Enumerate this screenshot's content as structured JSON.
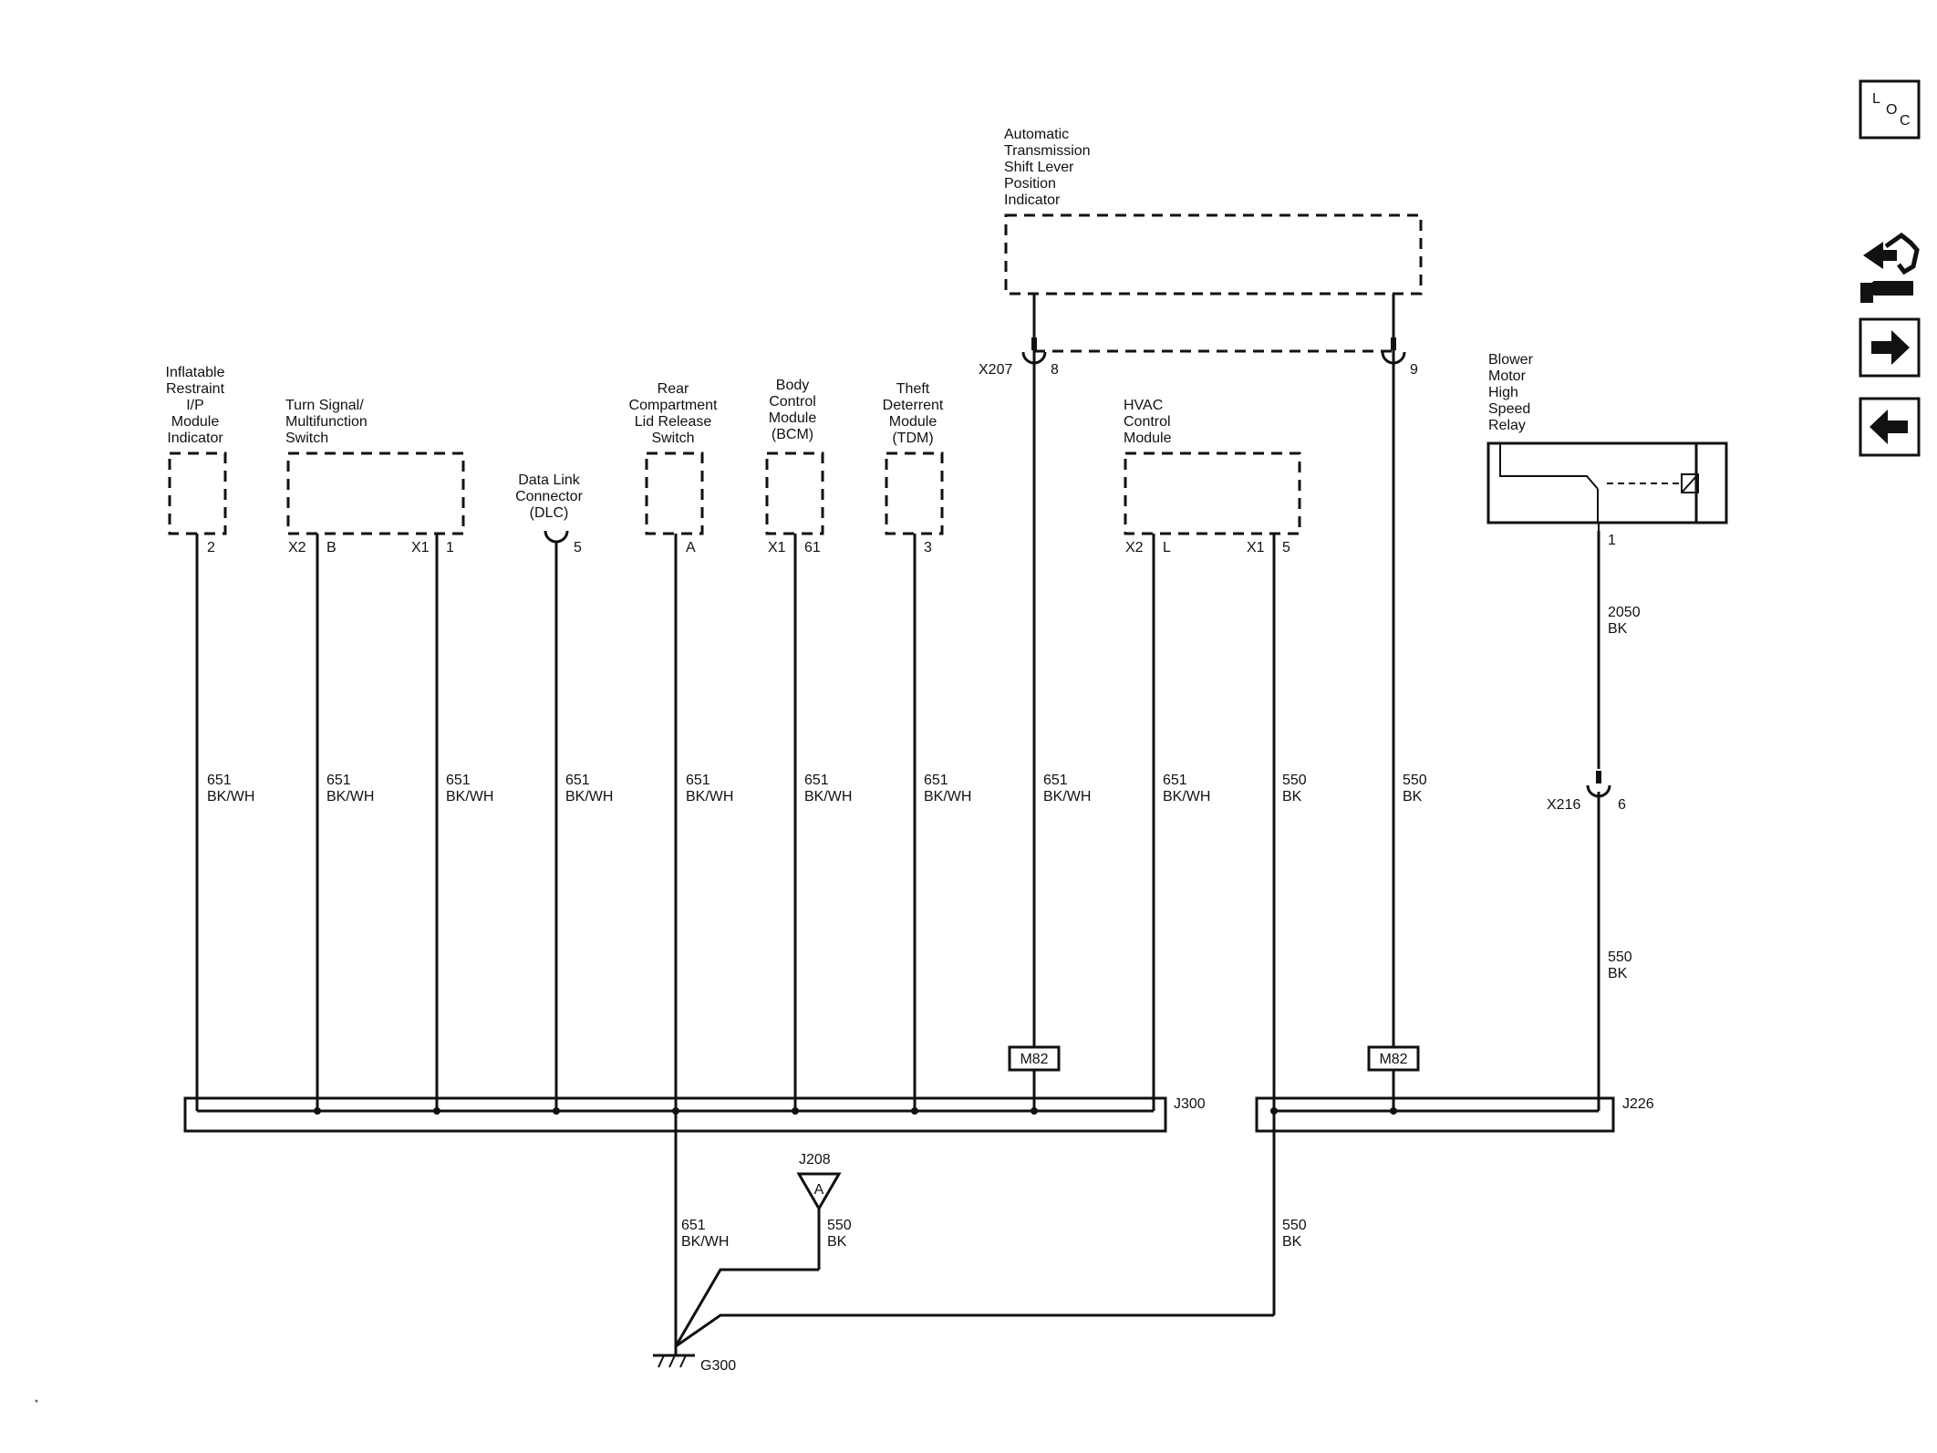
{
  "components": {
    "airbag": [
      "Inflatable",
      "Restraint",
      "I/P",
      "Module",
      "Indicator"
    ],
    "turn_signal": [
      "Turn Signal/",
      "Multifunction",
      "Switch"
    ],
    "dlc": [
      "Data Link",
      "Connector",
      "(DLC)"
    ],
    "rear_lid": [
      "Rear",
      "Compartment",
      "Lid Release",
      "Switch"
    ],
    "bcm": [
      "Body",
      "Control",
      "Module",
      "(BCM)"
    ],
    "tdm": [
      "Theft",
      "Deterrent",
      "Module",
      "(TDM)"
    ],
    "shift_indicator": [
      "Automatic",
      "Transmission",
      "Shift Lever",
      "Position",
      "Indicator"
    ],
    "hvac": [
      "HVAC",
      "Control",
      "Module"
    ],
    "blower_relay": [
      "Blower",
      "Motor",
      "High",
      "Speed",
      "Relay"
    ]
  },
  "pins": {
    "airbag": "2",
    "ts_conn1": "X2",
    "ts_pin1": "B",
    "ts_conn2": "X1",
    "ts_pin2": "1",
    "dlc": "5",
    "rear_lid": "A",
    "bcm_conn": "X1",
    "bcm_pin": "61",
    "tdm": "3",
    "x207": "X207",
    "x207_pin8": "8",
    "x207_pin9": "9",
    "hvac_conn1": "X2",
    "hvac_pin1": "L",
    "hvac_conn2": "X1",
    "hvac_pin2": "5",
    "relay": "1",
    "x216": "X216",
    "x216_pin": "6"
  },
  "wires": {
    "c651": "651",
    "bkwh": "BK/WH",
    "c550": "550",
    "bk": "BK",
    "c2050": "2050"
  },
  "splices": {
    "j300": "J300",
    "j226": "J226",
    "j208": "J208",
    "j208_letter": "A",
    "m82": "M82"
  },
  "ground": {
    "g300": "G300"
  },
  "nav": {
    "loc_l": "L",
    "loc_o": "O",
    "loc_c": "C"
  }
}
